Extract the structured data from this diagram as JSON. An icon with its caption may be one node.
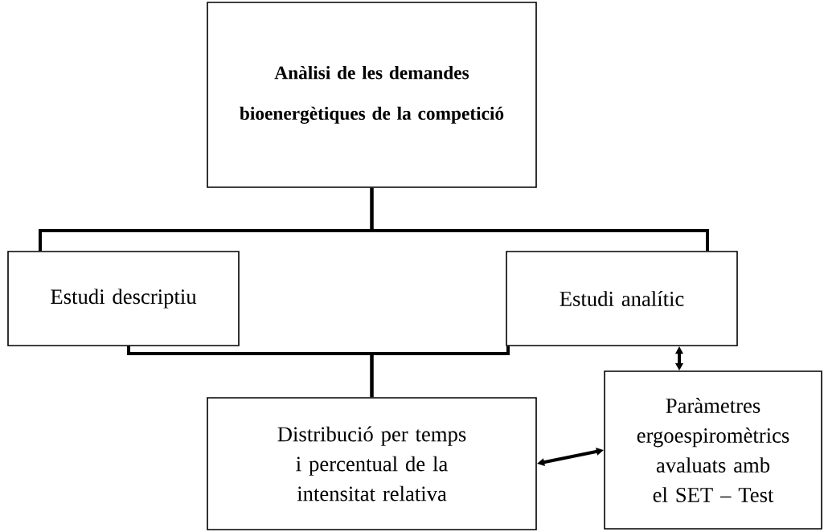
{
  "diagram": {
    "nodes": [
      {
        "text": [
          "Anàlisi de les demandes bioenergètiques de la competició"
        ]
      },
      {
        "text": [
          "Estudi descriptiu"
        ]
      },
      {
        "text": [
          "Estudi analític"
        ]
      },
      {
        "text": [
          "Distribució per temps i percentual de la intensitat relativa"
        ]
      },
      {
        "text": [
          "Paràmetres ergoespiromètrics avaluats amb el SET – Test"
        ]
      }
    ],
    "edges": [
      {
        "from": 0,
        "to": 1,
        "arrow": "none"
      },
      {
        "from": 0,
        "to": 2,
        "arrow": "none"
      },
      {
        "from": 1,
        "to": 3,
        "arrow": "none"
      },
      {
        "from": 2,
        "to": 3,
        "arrow": "none"
      },
      {
        "from": 2,
        "to": 4,
        "arrow": "both"
      },
      {
        "from": 3,
        "to": 4,
        "arrow": "both"
      }
    ]
  }
}
